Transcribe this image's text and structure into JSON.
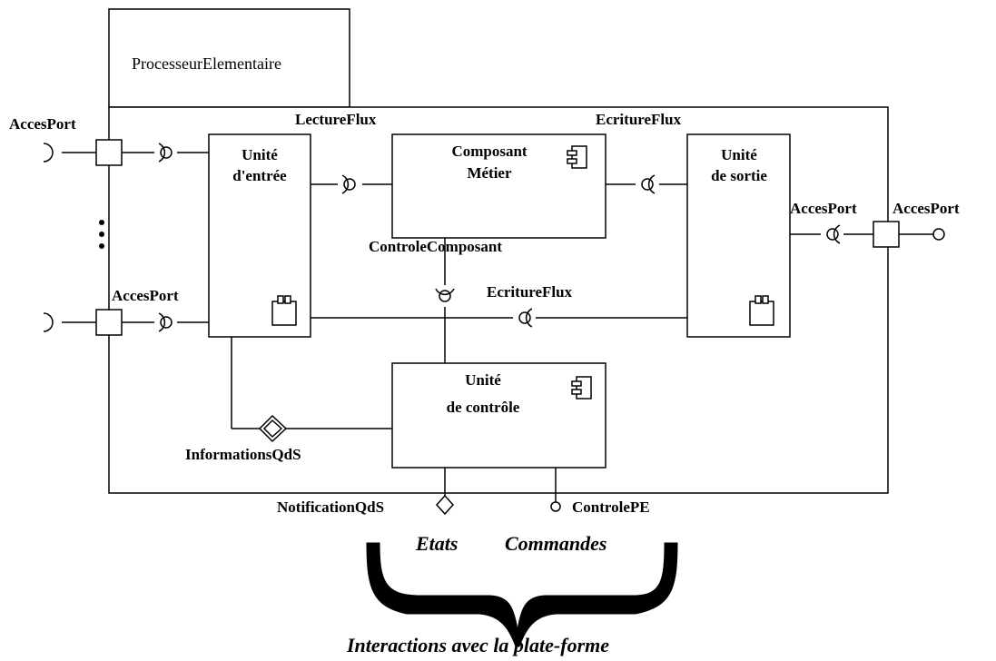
{
  "diagram": {
    "title": "ProcesseurElementaire",
    "components": {
      "entree": [
        "Unité",
        "d'entrée"
      ],
      "metier": [
        "Composant",
        "Métier"
      ],
      "sortie": [
        "Unité",
        "de sortie"
      ],
      "controle": [
        "Unité",
        "de contrôle"
      ]
    },
    "ports": {
      "left_top": "AccesPort",
      "left_bottom": "AccesPort",
      "right_a": "AccesPort",
      "right_b": "AccesPort"
    },
    "interfaces": {
      "lecture_flux": "LectureFlux",
      "ecriture_flux_top": "EcritureFlux",
      "controle_composant": "ControleComposant",
      "ecriture_flux_mid": "EcritureFlux",
      "informations_qds": "InformationsQdS",
      "notification_qds": "NotificationQdS",
      "controle_pe": "ControlePE"
    },
    "interaction": {
      "etats": "Etats",
      "commandes": "Commandes",
      "caption": "Interactions avec la plate-forme"
    }
  }
}
